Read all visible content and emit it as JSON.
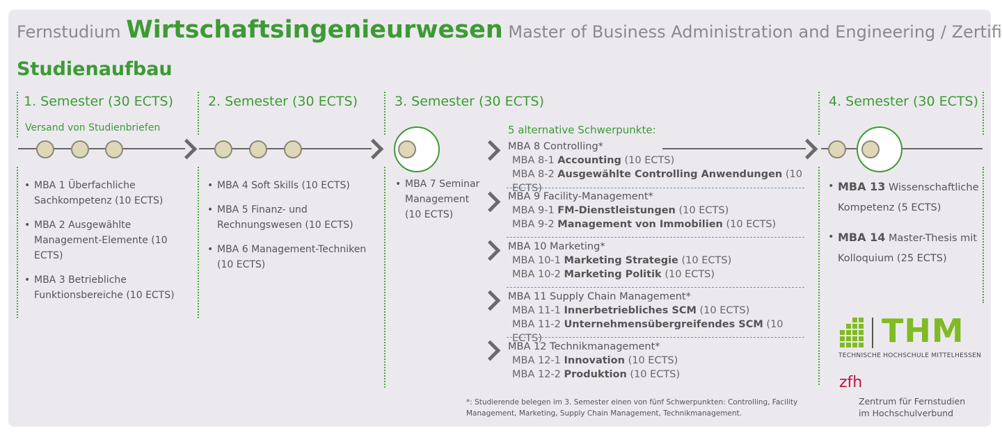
{
  "header": {
    "prefix": "Fernstudium",
    "main": "Wirtschaftsingenieurwesen",
    "suffix": "Master of Business Administration and Engineering / Zertifikat"
  },
  "heading": "Studienaufbau",
  "semesters": [
    "1. Semester (30 ECTS)",
    "2. Semester (30 ECTS)",
    "3. Semester (30 ECTS)",
    "4. Semester (30 ECTS)"
  ],
  "sem1": {
    "note": "Versand von Studienbriefen",
    "items": [
      "MBA 1 Überfachliche Sachkompetenz (10 ECTS)",
      "MBA 2 Ausgewählte Management-Elemente (10 ECTS)",
      "MBA 3 Betriebliche Funktionsbereiche (10 ECTS)"
    ]
  },
  "sem2": {
    "items": [
      "MBA 4 Soft Skills (10 ECTS)",
      "MBA 5 Finanz- und Rechnungswesen (10 ECTS)",
      "MBA 6 Management-Techniken (10 ECTS)"
    ]
  },
  "sem3": {
    "items": [
      "MBA 7 Seminar Management (10 ECTS)"
    ],
    "alt_title": "5 alternative Schwerpunkte:",
    "specs": [
      {
        "head": "MBA 8 Controlling*",
        "subs": [
          {
            "code": "MBA 8-1",
            "name": "Accounting",
            "ects": "(10 ECTS)"
          },
          {
            "code": "MBA 8-2",
            "name": "Ausgewählte Controlling Anwendungen",
            "ects": "(10 ECTS)"
          }
        ]
      },
      {
        "head": "MBA 9 Facility-Management*",
        "subs": [
          {
            "code": "MBA 9-1",
            "name": "FM-Dienstleistungen",
            "ects": "(10 ECTS)"
          },
          {
            "code": "MBA 9-2",
            "name": "Management von Immobilien",
            "ects": "(10 ECTS)"
          }
        ]
      },
      {
        "head": "MBA 10 Marketing*",
        "subs": [
          {
            "code": "MBA 10-1",
            "name": "Marketing Strategie",
            "ects": "(10 ECTS)"
          },
          {
            "code": "MBA 10-2",
            "name": "Marketing Politik",
            "ects": "(10 ECTS)"
          }
        ]
      },
      {
        "head": "MBA 11 Supply Chain Management*",
        "subs": [
          {
            "code": "MBA 11-1",
            "name": "Innerbetriebliches SCM",
            "ects": "(10 ECTS)"
          },
          {
            "code": "MBA 11-2",
            "name": "Unternehmensübergreifendes SCM",
            "ects": "(10 ECTS)"
          }
        ]
      },
      {
        "head": "MBA 12 Technikmanagement*",
        "subs": [
          {
            "code": "MBA 12-1",
            "name": "Innovation",
            "ects": "(10 ECTS)"
          },
          {
            "code": "MBA 12-2",
            "name": "Produktion",
            "ects": "(10 ECTS)"
          }
        ]
      }
    ],
    "footnote": "*: Studierende belegen im 3. Semester einen von fünf Schwerpunkten: Controlling, Facility Management, Marketing, Supply Chain Management, Technikmanagement."
  },
  "sem4": {
    "items": [
      {
        "code": "MBA 13",
        "rest": "Wissenschaftliche Kompetenz (5 ECTS)"
      },
      {
        "code": "MBA 14",
        "rest": "Master-Thesis mit Kolloquium (25 ECTS)"
      }
    ]
  },
  "logos": {
    "thm": "THM",
    "thm_sub": "TECHNISCHE HOCHSCHULE MITTELHESSEN",
    "zfh": "zfh",
    "zfh_line1": "Zentrum für Fernstudien",
    "zfh_line2": "im Hochschulverbund"
  },
  "colors": {
    "accent": "#3d9a34",
    "thm": "#80ba24",
    "zfh": "#c0123c"
  }
}
